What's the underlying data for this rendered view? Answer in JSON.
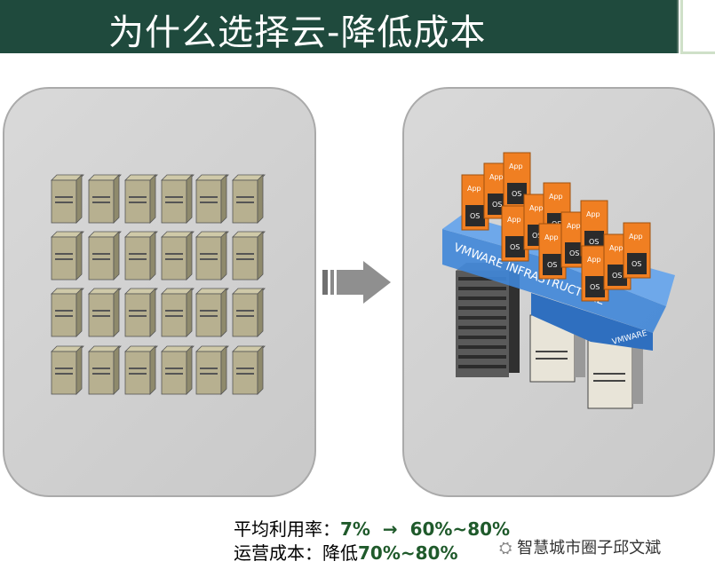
{
  "slide": {
    "title": "为什么选择云-降低成本",
    "arrow_icon": "right-arrow-icon",
    "virtual_infra_label": "VMWARE INFRASTRUCTURE",
    "vmware_label": "VMWARE",
    "app_label": "App",
    "os_label": "OS",
    "stats": {
      "line1_label": "平均利用率：",
      "line1_value": "7%  →  60%~80%",
      "line2_label": "运营成本：",
      "line2_prefix": "降低",
      "line2_value": "70%~80%"
    },
    "watermark": "智慧城市圈子邱文斌"
  },
  "colors": {
    "title_bg": "#1f4a3d",
    "panel_bg": "#d0d0d0",
    "value_green": "#1f5a2b",
    "app_orange": "#f07f22",
    "vmware_blue": "#3f86d8"
  }
}
